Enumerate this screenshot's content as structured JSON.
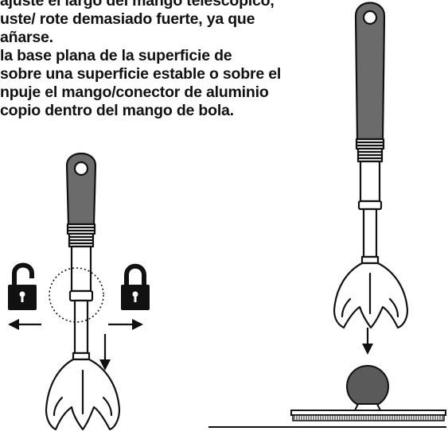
{
  "instructions": {
    "lines": [
      "ajuste el largo del mango telescópico,",
      "uste/ rote demasiado fuerte, ya que",
      "añarse.",
      "la base plana de la superficie de",
      "sobre una superficie estable o sobre el",
      "npuje el mango/conector de aluminio",
      "copio dentro del mango de bola."
    ]
  },
  "figure_left": {
    "icons": [
      "lock-closed-icon",
      "lock-closed-icon",
      "arrow-left-icon",
      "arrow-right-icon",
      "arrow-down-icon"
    ]
  },
  "figure_right": {
    "icons": [
      "arrow-down-icon"
    ]
  },
  "colors": {
    "ink": "#111111",
    "grip": "#6b6b6b",
    "ball": "#5a5a5a",
    "metal": "#ffffff"
  }
}
